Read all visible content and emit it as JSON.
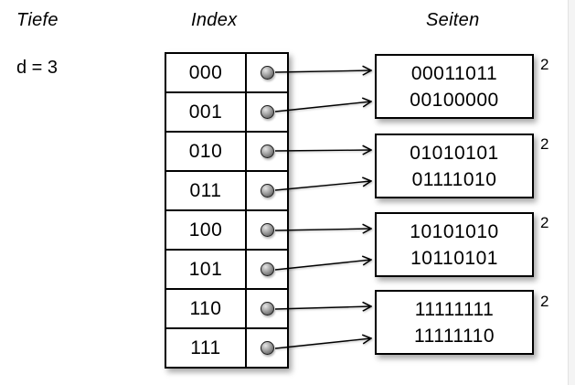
{
  "headers": {
    "depth_column": "Tiefe",
    "index_column": "Index",
    "pages_column": "Seiten"
  },
  "global_depth": {
    "text": "d = 3"
  },
  "index_table": {
    "rows": [
      {
        "bits": "000"
      },
      {
        "bits": "001"
      },
      {
        "bits": "010"
      },
      {
        "bits": "011"
      },
      {
        "bits": "100"
      },
      {
        "bits": "101"
      },
      {
        "bits": "110"
      },
      {
        "bits": "111"
      }
    ]
  },
  "pages": [
    {
      "entries": [
        "00011011",
        "00100000"
      ],
      "local_depth": "2"
    },
    {
      "entries": [
        "01010101",
        "01111010"
      ],
      "local_depth": "2"
    },
    {
      "entries": [
        "10101010",
        "10110101"
      ],
      "local_depth": "2"
    },
    {
      "entries": [
        "11111111",
        "11111110"
      ],
      "local_depth": "2"
    }
  ],
  "colors": {
    "ink": "#000000",
    "background": "#ffffff",
    "pointer_fill": "#8a8a8a"
  }
}
